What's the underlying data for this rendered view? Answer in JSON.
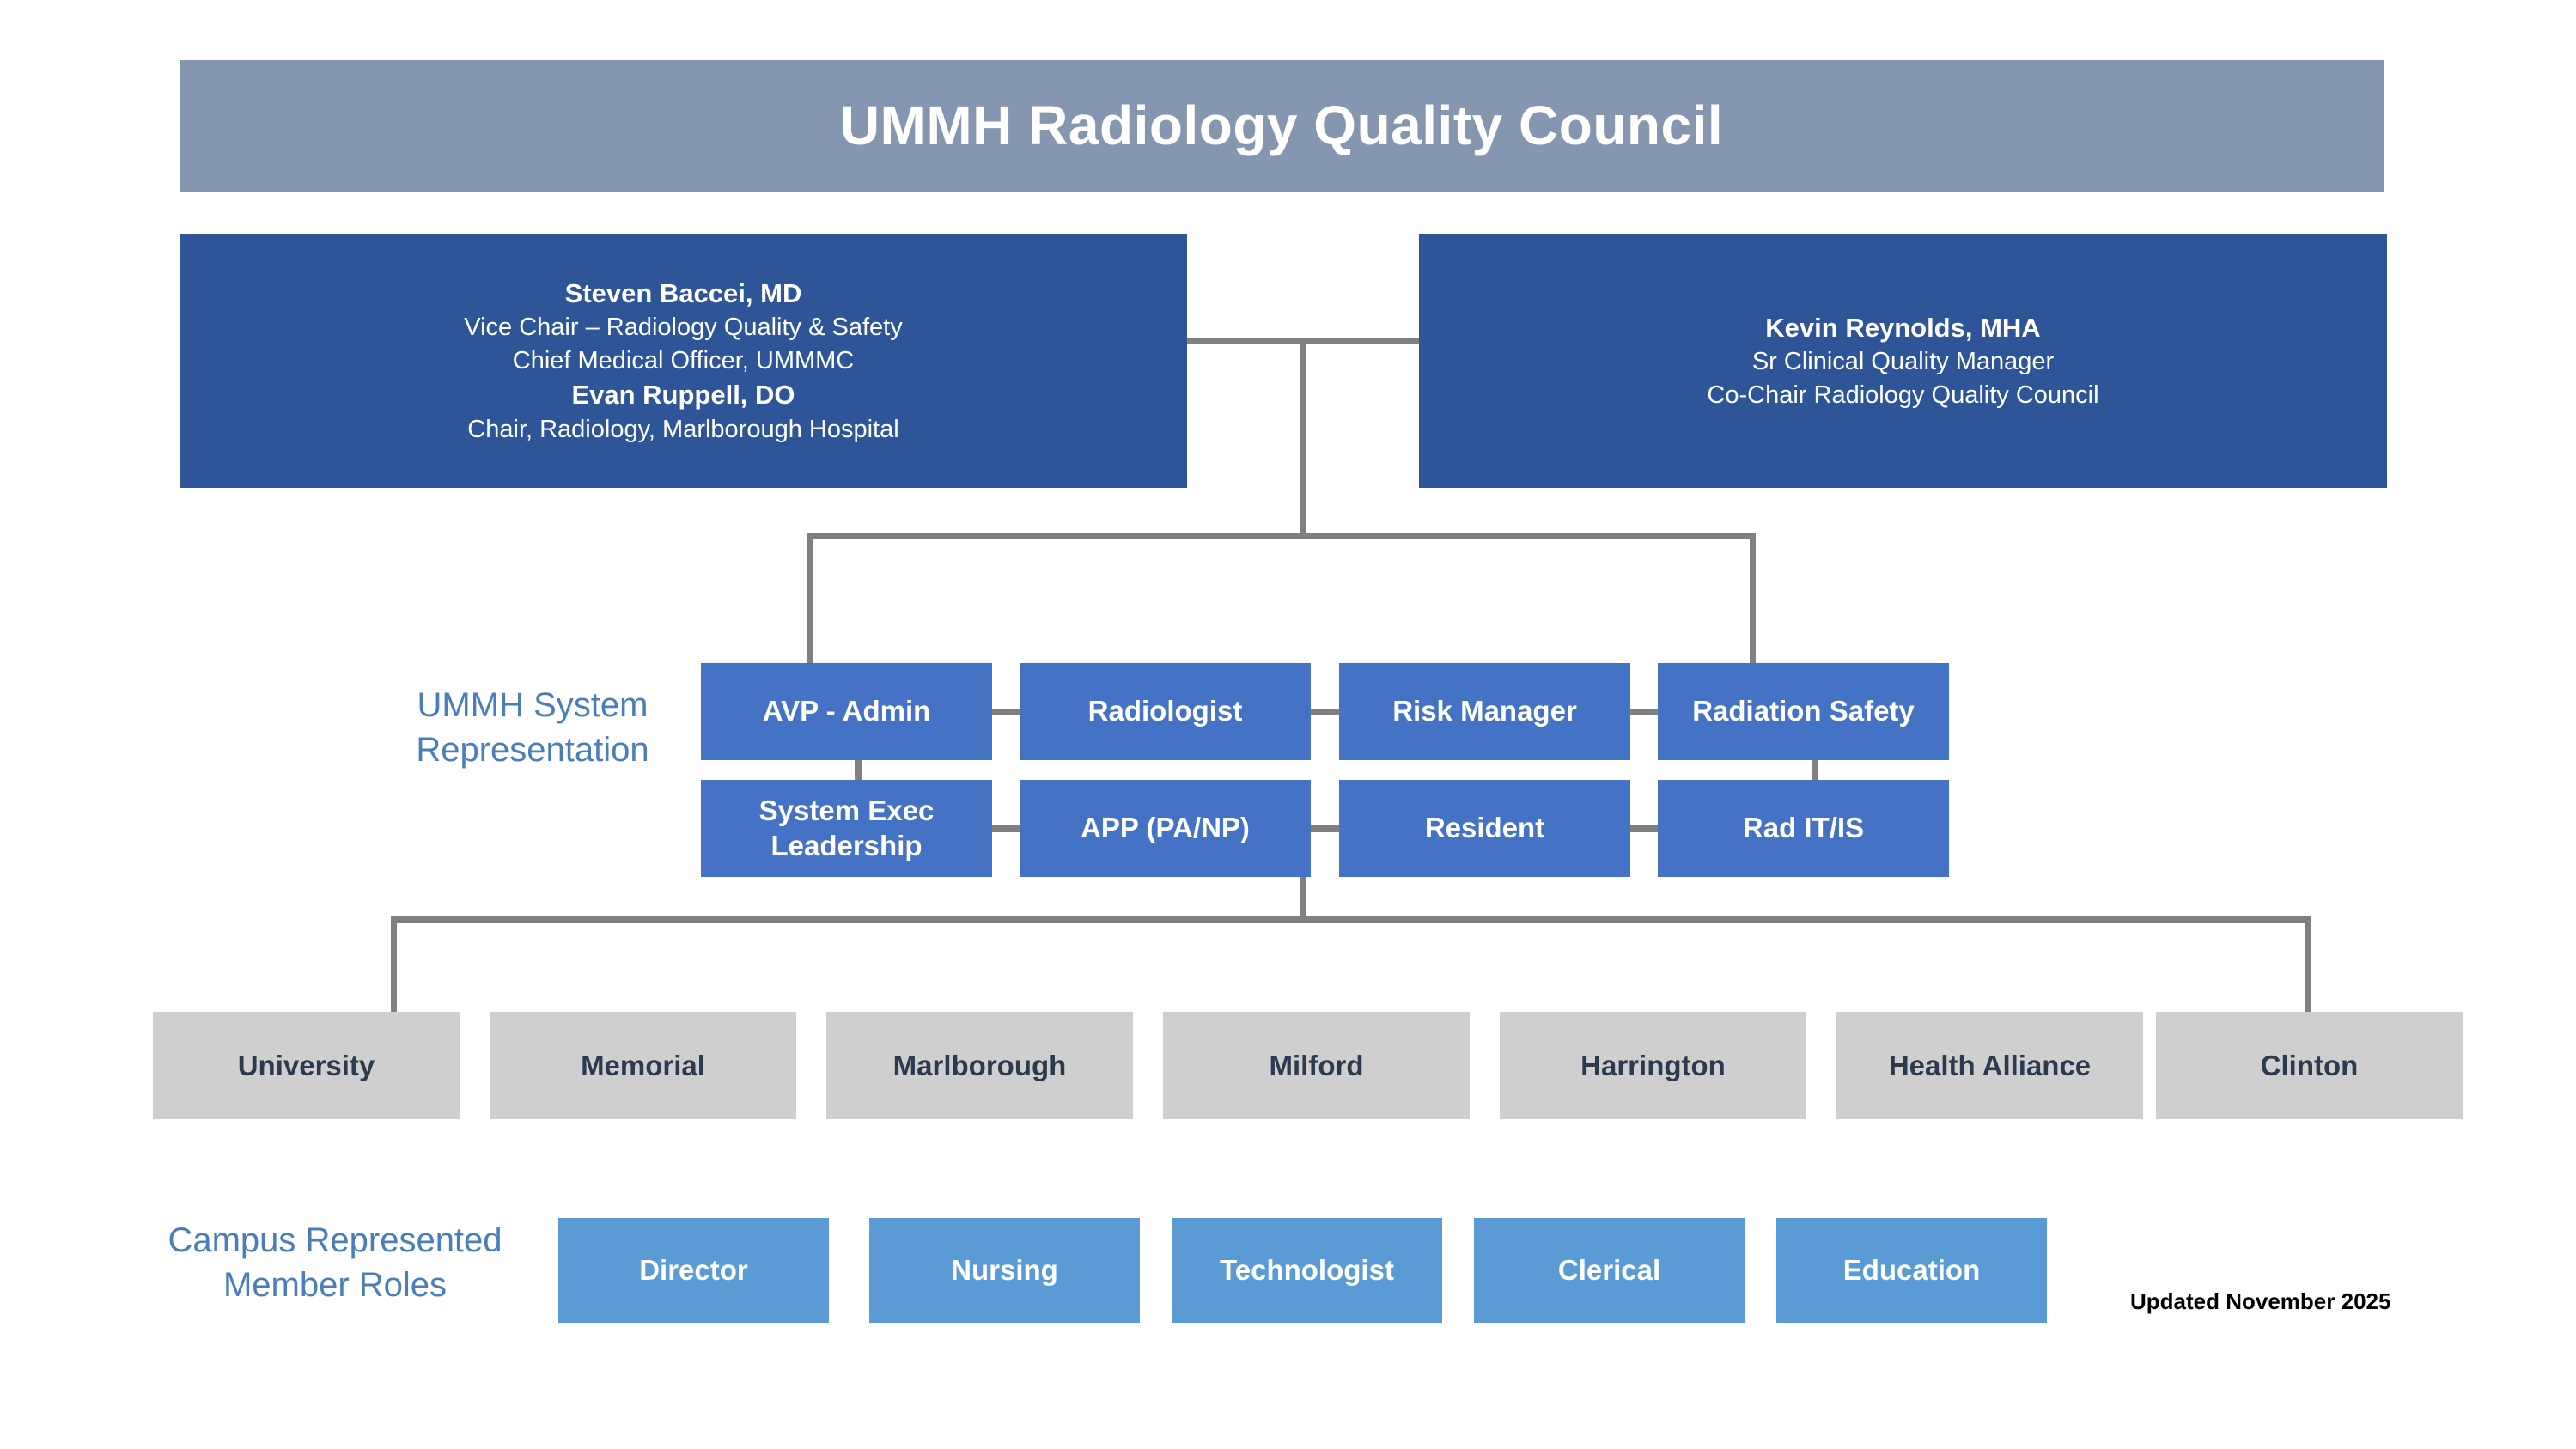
{
  "header": {
    "title": "UMMH Radiology Quality Council",
    "banner_color": "#8496b0"
  },
  "leadership": {
    "left_box": {
      "lines": [
        {
          "text": "Steven Baccei, MD",
          "bold": true
        },
        {
          "text": "Vice Chair – Radiology Quality & Safety",
          "bold": false
        },
        {
          "text": "Chief Medical Officer, UMMMC",
          "bold": false
        },
        {
          "text": "Evan Ruppell, DO",
          "bold": true
        },
        {
          "text": "Chair, Radiology, Marlborough Hospital",
          "bold": false
        }
      ]
    },
    "right_box": {
      "lines": [
        {
          "text": "Kevin Reynolds, MHA",
          "bold": true
        },
        {
          "text": "Sr Clinical Quality Manager",
          "bold": false
        },
        {
          "text": "Co-Chair Radiology Quality Council",
          "bold": false
        }
      ]
    },
    "box_color": "#2e5598"
  },
  "system_representation": {
    "label": "UMMH System Representation",
    "label_color": "#4a7ebb",
    "box_color": "#4472c4",
    "row1": [
      "AVP - Admin",
      "Radiologist",
      "Risk Manager",
      "Radiation Safety"
    ],
    "row2": [
      "System Exec Leadership",
      "APP (PA/NP)",
      "Resident",
      "Rad IT/IS"
    ]
  },
  "campuses": {
    "box_color": "#cfcfcf",
    "items": [
      "University",
      "Memorial",
      "Marlborough",
      "Milford",
      "Harrington",
      "Health Alliance",
      "Clinton"
    ]
  },
  "member_roles": {
    "label": "Campus Represented Member Roles",
    "label_color": "#4a7ebb",
    "box_color": "#5b9bd5",
    "items": [
      "Director",
      "Nursing",
      "Technologist",
      "Clerical",
      "Education"
    ]
  },
  "footer": {
    "updated": "Updated November 2025"
  },
  "connector_color": "#808080"
}
